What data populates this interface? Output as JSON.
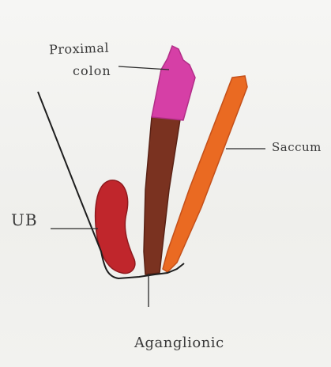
{
  "labels": {
    "proximal_line1": "Proximal",
    "proximal_line2": "colon",
    "saccum": "Saccum",
    "ub": "UB",
    "aganglionic": "Aganglionic"
  },
  "colors": {
    "proximal_colon": "#d63fa6",
    "bowel": "#7a3220",
    "saccum": "#ea6a22",
    "bladder": "#c0262c",
    "ink": "#1e1e1e"
  }
}
